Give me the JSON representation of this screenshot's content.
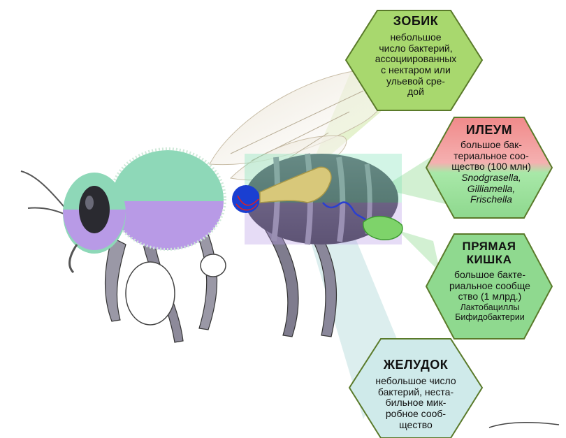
{
  "labels": {
    "crop": {
      "title": "ЗОБИК",
      "lines": [
        "небольшое",
        "число бактерий,",
        "ассоциированных",
        "с нектаром или",
        "ульевой сре-",
        "дой"
      ]
    },
    "ileum": {
      "title": "ИЛЕУМ",
      "lines": [
        "большое бак-",
        "териальное соо-",
        "щество (100 млн)"
      ],
      "genera": [
        "Snodgrasella,",
        "Gilliamella,",
        "Frischella"
      ]
    },
    "rectum": {
      "title_lines": [
        "ПРЯМАЯ",
        "КИШКА"
      ],
      "lines": [
        "большое бакте-",
        "риальное сообще",
        "ство (1 млрд.)"
      ],
      "genera": [
        "Лактобациллы",
        "Бифидобактерии"
      ]
    },
    "stomach": {
      "title": "ЖЕЛУДОК",
      "lines": [
        "небольшое число",
        "бактерий, неста-",
        "бильное мик-",
        "робное сооб-",
        "щество"
      ]
    }
  },
  "colors": {
    "crop_hex": "#a8d86e",
    "ileum_top": "#f08a8a",
    "ileum_bottom": "#9be39b",
    "rectum_hex": "#8fd98f",
    "stomach_hex": "#cfeaea",
    "hex_border": "#5a7a2a",
    "thorax": "#8ed8b8",
    "lower_body": "#b89ae6",
    "crop_organ": "#1a3fd1",
    "ileum_organ": "#d8c87a",
    "rectum_organ": "#7ed36a",
    "frischella_line": "#2a3fd0"
  }
}
